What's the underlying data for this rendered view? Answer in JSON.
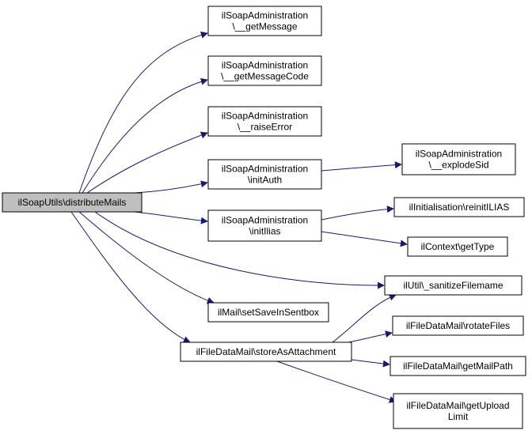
{
  "colors": {
    "edge": "#191970",
    "node_border": "#000000",
    "node_fill": "#ffffff",
    "root_fill": "#bfbfbf",
    "text": "#000000"
  },
  "nodes": [
    {
      "id": "root",
      "lines": [
        "ilSoapUtils\\distributeMails"
      ],
      "root": true
    },
    {
      "id": "getMessage",
      "lines": [
        "ilSoapAdministration",
        "\\__getMessage"
      ]
    },
    {
      "id": "getMessageCode",
      "lines": [
        "ilSoapAdministration",
        "\\__getMessageCode"
      ]
    },
    {
      "id": "raiseError",
      "lines": [
        "ilSoapAdministration",
        "\\__raiseError"
      ]
    },
    {
      "id": "initAuth",
      "lines": [
        "ilSoapAdministration",
        "\\initAuth"
      ]
    },
    {
      "id": "explodeSid",
      "lines": [
        "ilSoapAdministration",
        "\\__explodeSid"
      ]
    },
    {
      "id": "initIlias",
      "lines": [
        "ilSoapAdministration",
        "\\initIlias"
      ]
    },
    {
      "id": "reinitILIAS",
      "lines": [
        "ilInitialisation\\reinitILIAS"
      ]
    },
    {
      "id": "getType",
      "lines": [
        "ilContext\\getType"
      ]
    },
    {
      "id": "sanitizeFilemame",
      "lines": [
        "ilUtil\\_sanitizeFilemame"
      ]
    },
    {
      "id": "setSaveInSentbox",
      "lines": [
        "ilMail\\setSaveInSentbox"
      ]
    },
    {
      "id": "storeAsAttachment",
      "lines": [
        "ilFileDataMail\\storeAsAttachment"
      ]
    },
    {
      "id": "rotateFiles",
      "lines": [
        "ilFileDataMail\\rotateFiles"
      ]
    },
    {
      "id": "getMailPath",
      "lines": [
        "ilFileDataMail\\getMailPath"
      ]
    },
    {
      "id": "getUploadLimit",
      "lines": [
        "ilFileDataMail\\getUpload",
        "Limit"
      ]
    }
  ],
  "edges": [
    {
      "from": "root",
      "to": "getMessage"
    },
    {
      "from": "root",
      "to": "getMessageCode"
    },
    {
      "from": "root",
      "to": "raiseError"
    },
    {
      "from": "root",
      "to": "initAuth"
    },
    {
      "from": "root",
      "to": "initIlias"
    },
    {
      "from": "root",
      "to": "sanitizeFilemame"
    },
    {
      "from": "root",
      "to": "setSaveInSentbox"
    },
    {
      "from": "root",
      "to": "storeAsAttachment"
    },
    {
      "from": "initAuth",
      "to": "explodeSid"
    },
    {
      "from": "initIlias",
      "to": "reinitILIAS"
    },
    {
      "from": "initIlias",
      "to": "getType"
    },
    {
      "from": "storeAsAttachment",
      "to": "sanitizeFilemame"
    },
    {
      "from": "storeAsAttachment",
      "to": "rotateFiles"
    },
    {
      "from": "storeAsAttachment",
      "to": "getMailPath"
    },
    {
      "from": "storeAsAttachment",
      "to": "getUploadLimit"
    }
  ]
}
